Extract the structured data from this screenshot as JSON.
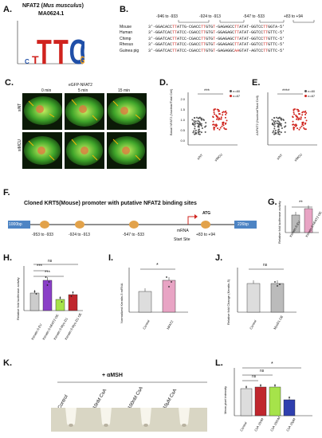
{
  "panels": {
    "A": "A.",
    "B": "B.",
    "C": "C.",
    "D": "D.",
    "E": "E.",
    "F": "F.",
    "G": "G.",
    "H": "H.",
    "I": "I.",
    "J": "J.",
    "K": "K.",
    "L": "L."
  },
  "panel_a": {
    "title_prefix": "NFAT2 (",
    "species": "Mus musculus",
    "title_suffix": ")",
    "id": "MA0624.1"
  },
  "panel_b": {
    "positions": [
      "-946 to -933",
      "-924 to -913",
      "-547 to -533",
      "+83 to +94"
    ],
    "species": [
      "Mouse",
      "Human",
      "Chimp",
      "Rhesus",
      "Guinea pig"
    ],
    "seq_prefix": "3'-"
  },
  "panel_c": {
    "header": "eGFP-NFAT2",
    "times": [
      "0 min",
      "5 min",
      "15 min"
    ],
    "rows": [
      "siNT",
      "siMCU"
    ]
  },
  "panel_d": {
    "ylabel": "Basal NFAT2 (Nuclear/Total Cell)",
    "yticks": [
      "2.0",
      "1.5",
      "1.0",
      "0.5",
      "0.0"
    ],
    "groups": [
      "siNT",
      "siMCU"
    ],
    "legend": [
      "n=80",
      "n=87"
    ],
    "sig": "***"
  },
  "panel_e": {
    "ylabel": "ΔNFAT2 (Nuclear/Total Cell)",
    "groups": [
      "siNT",
      "siMCU"
    ],
    "legend": [
      "n=80",
      "n=87"
    ],
    "sig": "****"
  },
  "panel_f": {
    "title": "Cloned KRT5(Mouse) promoter with putative NFAT2 binding sites",
    "left_box": "1000bp",
    "right_box": "226bp",
    "sites": [
      "-953 to -933",
      "-924 to -913",
      "-547 to -533",
      "+83 to +94"
    ],
    "atg": "ATG",
    "mrna": "mRNA",
    "start_site": "Start Site"
  },
  "panel_g": {
    "ylabel": "Relative fold luciferase activity",
    "sig": "**",
    "xlabels": [
      "Keratin-5 EV",
      "Keratin-5 NFAT2 OE"
    ]
  },
  "panel_h": {
    "ylabel": "Relative fold luciferase activity",
    "sig_ns": "ns",
    "sig1": "***",
    "sig2": "***",
    "xlabels": [
      "Keratin-5 EV",
      "Keratin-5 NFAT2 OE",
      "Keratin-5 Myo-D1",
      "Keratin-5 Myo-D1 OE"
    ]
  },
  "panel_i": {
    "ylabel": "Normalized Keratin-5 mRNA",
    "sig": "*",
    "xlabels": [
      "Control",
      "NFAT2"
    ]
  },
  "panel_j": {
    "ylabel": "Relative fold Change (Keratin-5)",
    "sig": "ns",
    "xlabels": [
      "Control",
      "MyoD1 OE"
    ]
  },
  "panel_k": {
    "header": "+ αMSH",
    "labels": [
      "Control",
      "10nM CsA",
      "100nM CsA",
      "10μM CsA"
    ]
  },
  "panel_l": {
    "ylabel": "Mean pixel intensity",
    "sig_ns1": "ns",
    "sig_ns2": "ns",
    "sig_star": "*",
    "xlabels": [
      "Control",
      "CsA 10nM",
      "CsA 100nM",
      "CsA 10μM"
    ]
  },
  "colors": {
    "accent_red": "#d0241e",
    "bar_purple": "#8a3fc7",
    "bar_green": "#a6e34a",
    "bar_darkred": "#c0262d",
    "bar_blue": "#2f3fae",
    "bar_pink": "#e8a4c4",
    "logo_T": "#d0231e",
    "logo_C": "#1f4fa8",
    "promoter_orange": "#e2a24a",
    "promoter_blue": "#4d84c4"
  }
}
